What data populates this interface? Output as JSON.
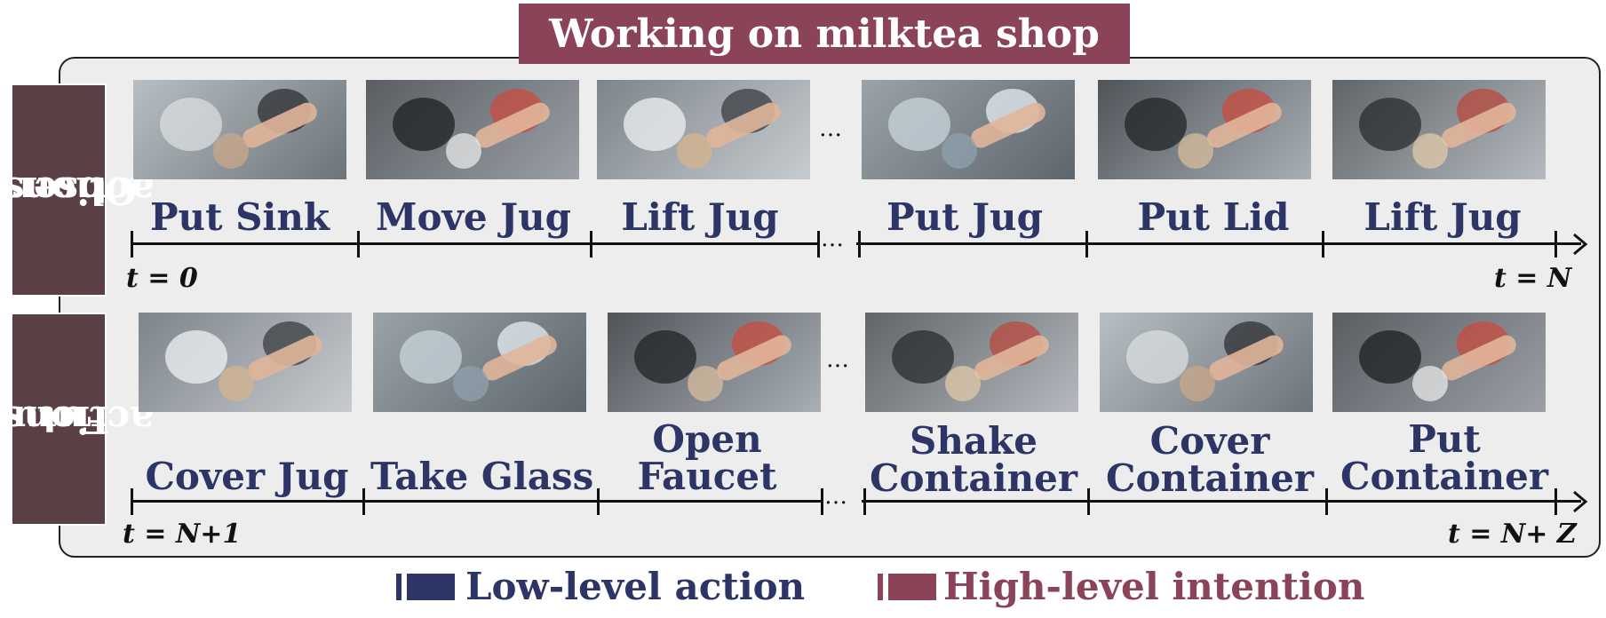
{
  "title": "Working on milktea shop",
  "colors": {
    "intention": "#8b4457",
    "action": "#2c3565",
    "side_label_bg": "#5a3f45",
    "panel_bg": "#ededed"
  },
  "observed": {
    "label_line1": "Observed",
    "label_line2": "actions",
    "actions": [
      "Put Sink",
      "Move Jug",
      "Lift Jug",
      "Put Jug",
      "Put Lid",
      "Lift Jug"
    ],
    "ellipsis": "…",
    "t_start": "t = 0",
    "t_end": "t = N"
  },
  "future": {
    "label_line1": "Future",
    "label_line2": "actions",
    "actions": [
      [
        "Cover Jug"
      ],
      [
        "Take Glass"
      ],
      [
        "Open",
        "Faucet"
      ],
      [
        "Shake",
        "Container"
      ],
      [
        "Cover",
        "Container"
      ],
      [
        "Put",
        "Container"
      ]
    ],
    "ellipsis": "…",
    "t_start": "t = N+1",
    "t_end": "t = N+ Z"
  },
  "legend": {
    "low": "Low-level action",
    "high": "High-level intention"
  }
}
